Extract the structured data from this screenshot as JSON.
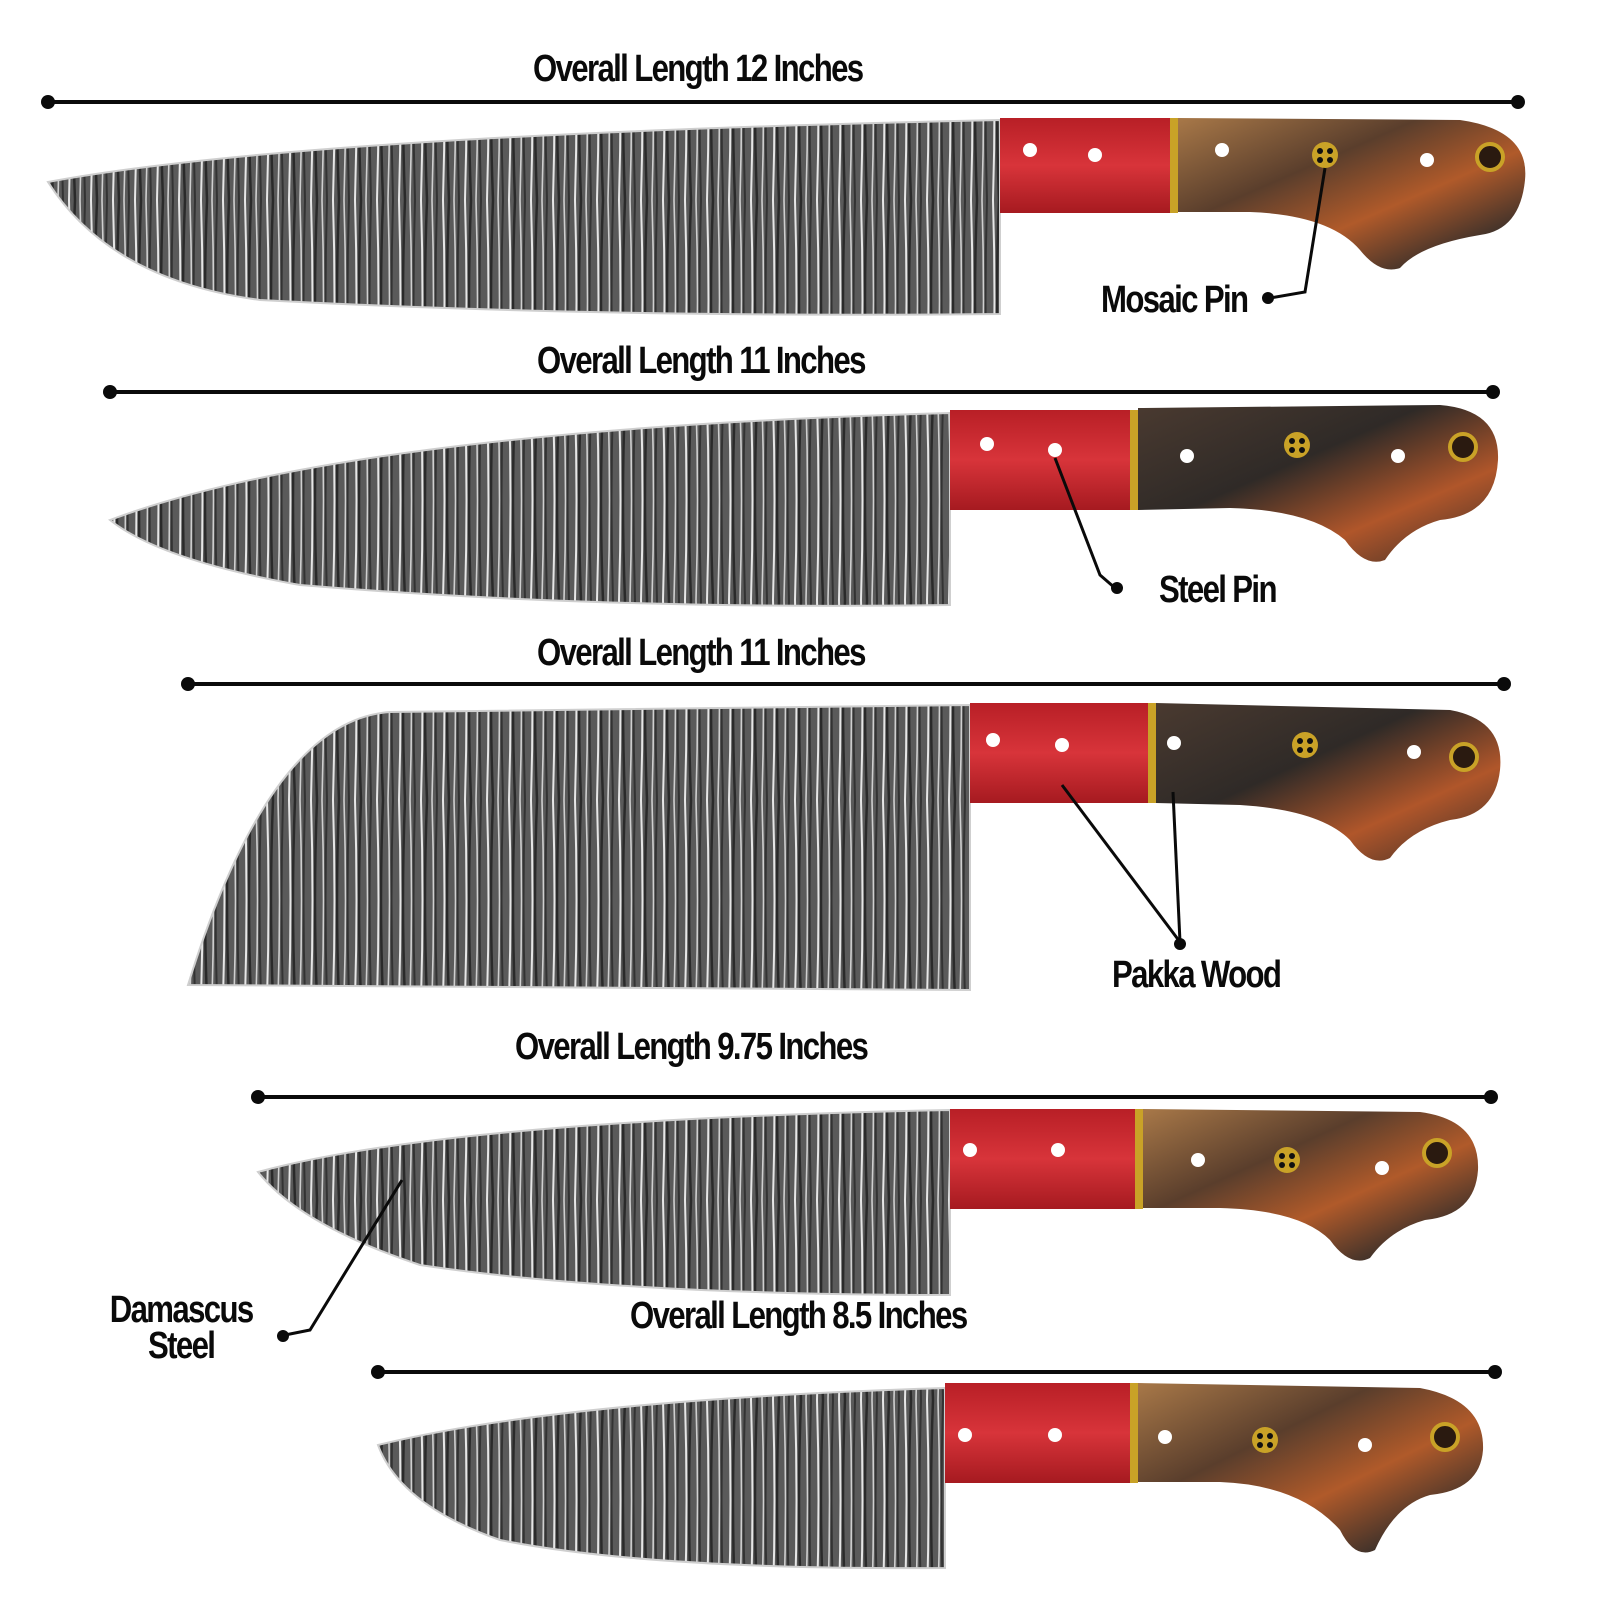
{
  "colors": {
    "ink": "#0a0a0a",
    "blade_dark": "#4a4a4a",
    "blade_light": "#d8d8d8",
    "bolster_red": "#c8262c",
    "handle_brown": "#7a4a2a",
    "handle_dark": "#3a2f28",
    "brass": "#c9a227"
  },
  "knives": [
    {
      "name": "chef-knife-large",
      "length_label": "Overall Length 12 Inches",
      "length_inches": 12
    },
    {
      "name": "chef-knife-medium",
      "length_label": "Overall Length 11 Inches",
      "length_inches": 11
    },
    {
      "name": "santoku-cleaver",
      "length_label": "Overall Length 11 Inches",
      "length_inches": 11
    },
    {
      "name": "chef-knife-small",
      "length_label": "Overall Length 9.75 Inches",
      "length_inches": 9.75
    },
    {
      "name": "utility-knife",
      "length_label": "Overall Length 8.5 Inches",
      "length_inches": 8.5
    }
  ],
  "callouts": {
    "mosaic_pin": "Mosaic Pin",
    "steel_pin": "Steel Pin",
    "pakka_wood": "Pakka Wood",
    "damascus_line1": "Damascus",
    "damascus_line2": "Steel"
  }
}
